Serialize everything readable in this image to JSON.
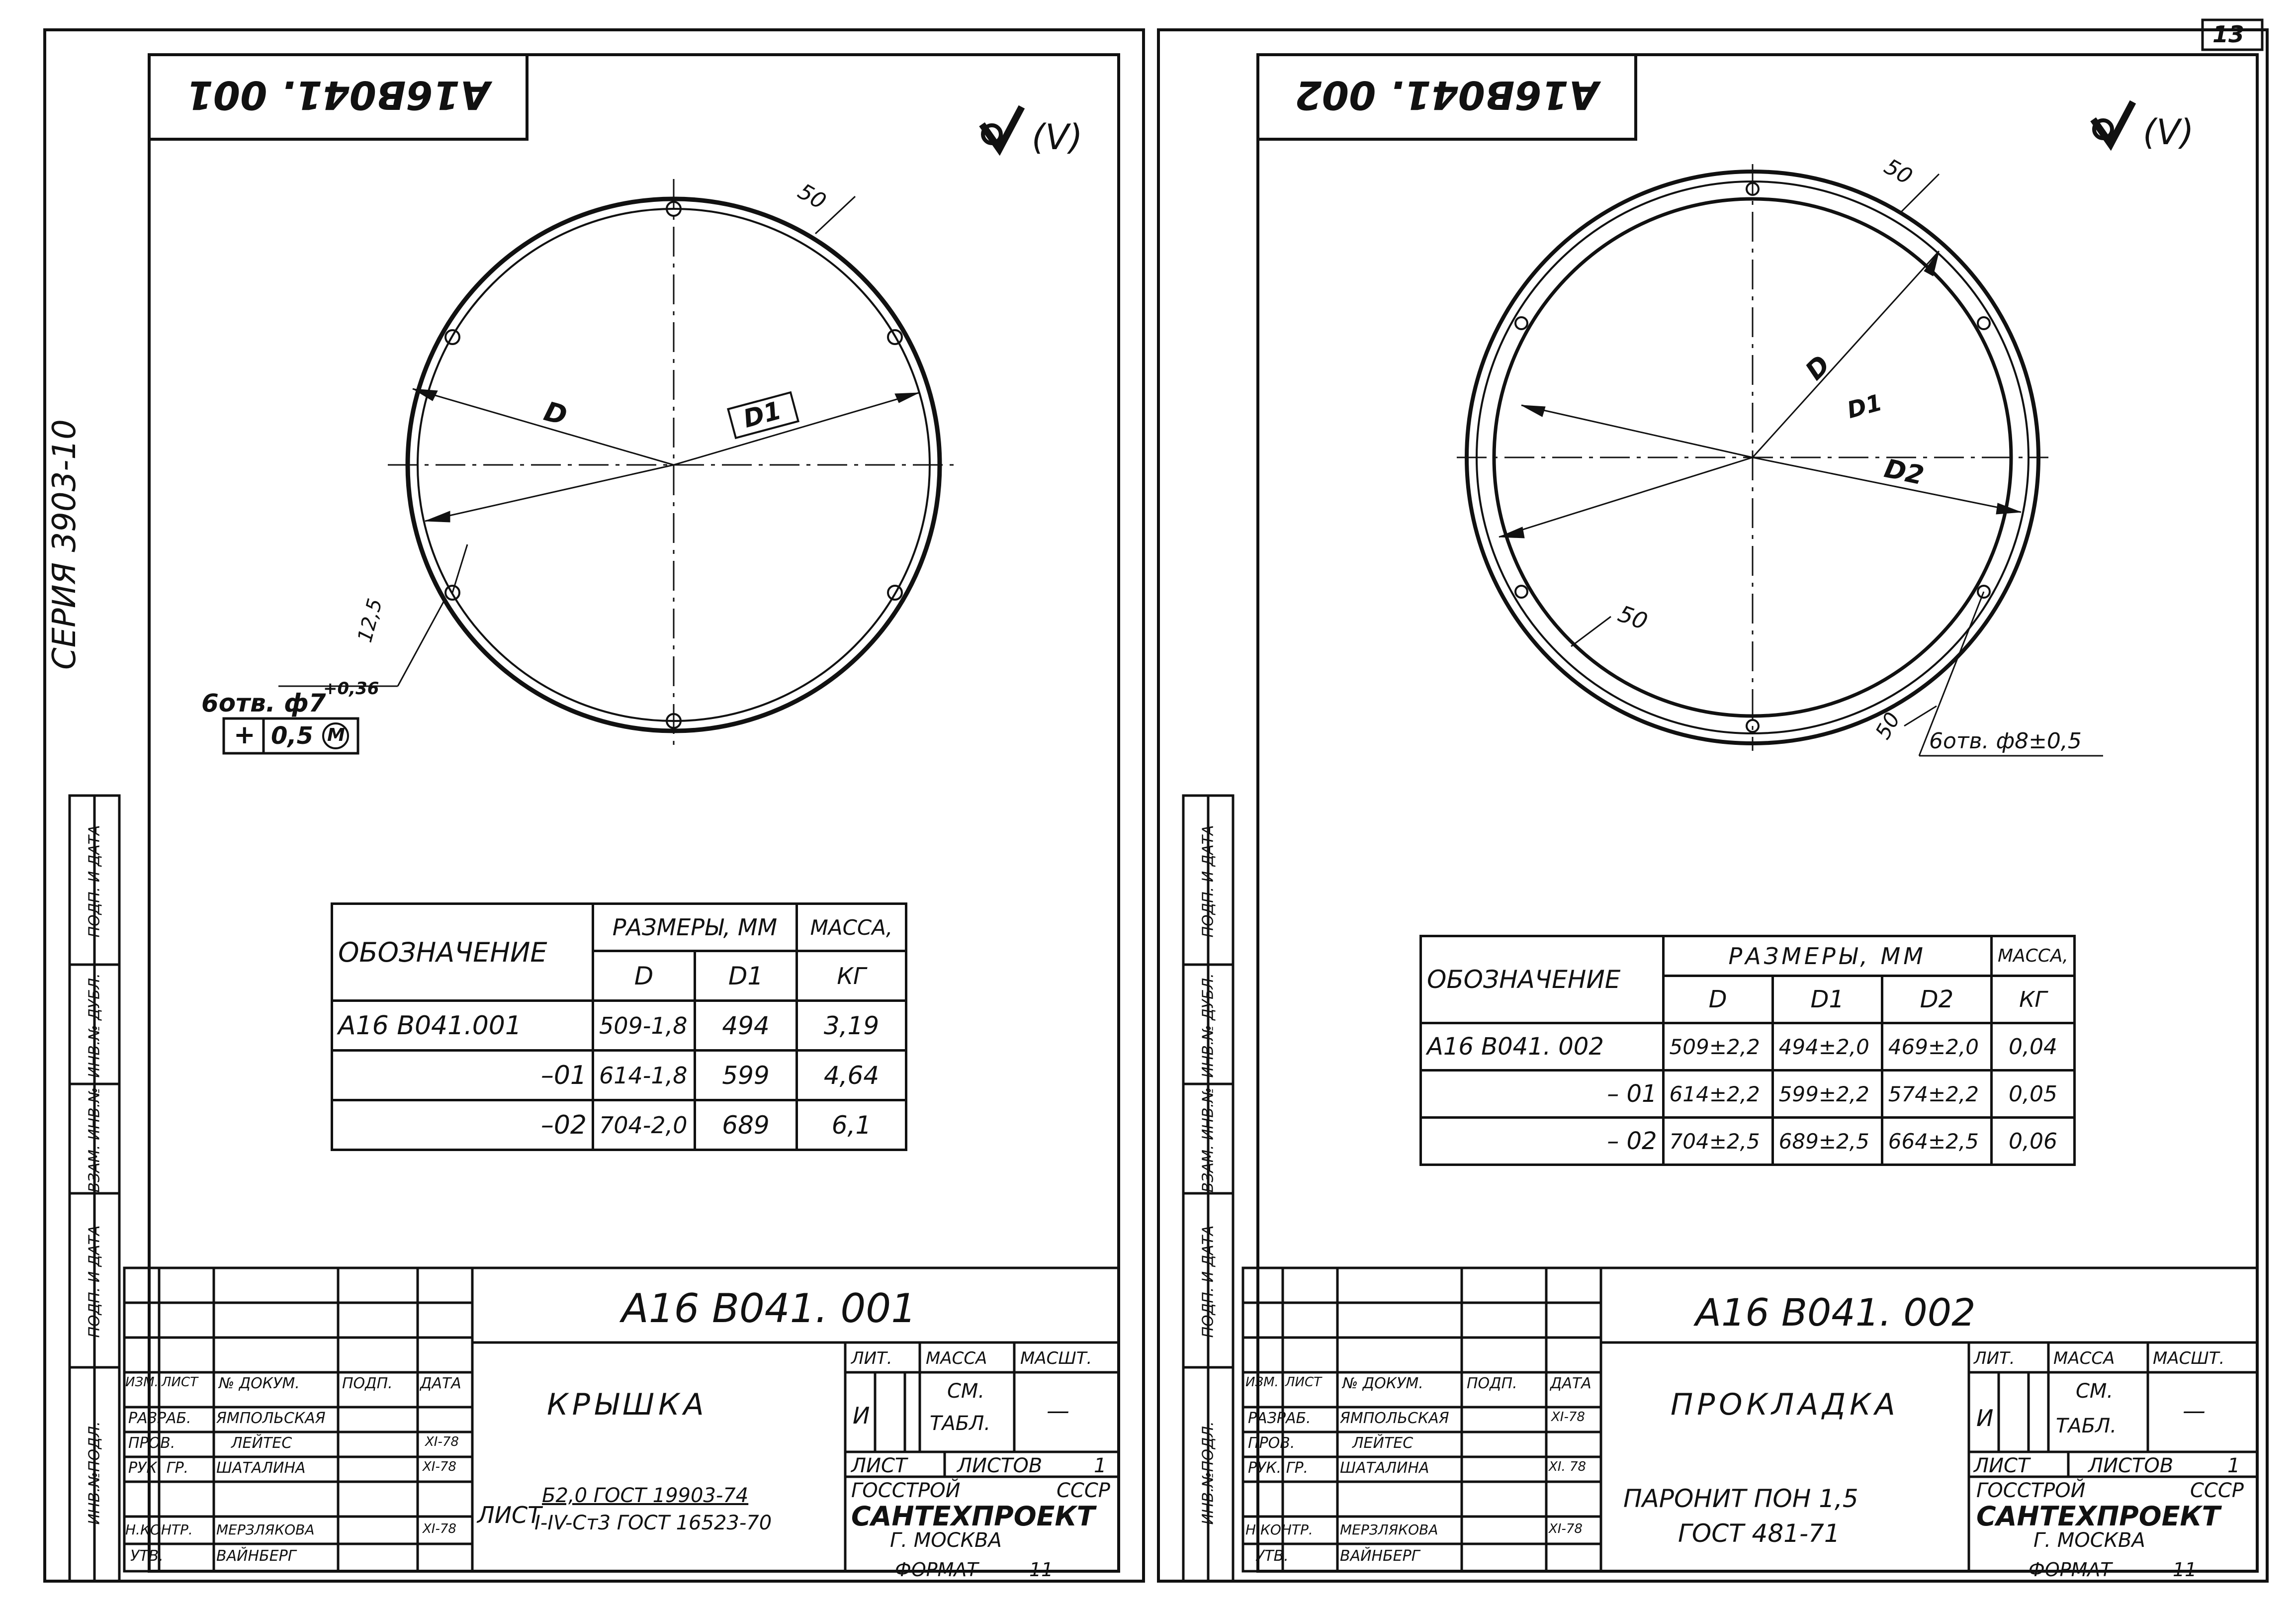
{
  "page_number": "13",
  "series": "СЕРИЯ 3903-10",
  "side_labels": [
    "ИНВ.№ПОДЛ.",
    "ПОДП. И ДАТА",
    "ВЗАМ. ИНВ.№",
    "ИНВ.№ ДУБЛ.",
    "ПОДП. И ДАТА"
  ],
  "left_sheet": {
    "stamp": "А16В041. 001",
    "roughness": "(V)",
    "dims": {
      "d_label": "D",
      "d1_label": "D1",
      "angle": "50",
      "offset": "12,5",
      "holes": "6отв. ф7",
      "holes_tol": "+0,36",
      "position_tol": "0,5",
      "position_mod": "M",
      "position_sym": "+"
    },
    "table": {
      "h_designation": "ОБОЗНАЧЕНИЕ",
      "h_sizes": "РАЗМЕРЫ, ММ",
      "h_mass": "МАССА,",
      "h_mass_unit": "КГ",
      "h_d": "D",
      "h_d1": "D1",
      "rows": [
        {
          "des": "А16 В041.001",
          "d": "509-1,8",
          "d1": "494",
          "mass": "3,19"
        },
        {
          "des": "–01",
          "d": "614-1,8",
          "d1": "599",
          "mass": "4,64"
        },
        {
          "des": "–02",
          "d": "704-2,0",
          "d1": "689",
          "mass": "6,1"
        }
      ]
    },
    "title_block": {
      "code": "А16 В041. 001",
      "name": "КРЫШКА",
      "material_prefix": "ЛИСТ",
      "material_1": "Б2,0 ГОСТ 19903-74",
      "material_2": "I-IV-Ст3 ГОСТ 16523-70",
      "lit": "ЛИТ.",
      "mass": "МАССА",
      "scale": "МАСШТ.",
      "lit_val": "И",
      "mass_val_1": "СМ.",
      "mass_val_2": "ТАБЛ.",
      "scale_val": "—",
      "sheet": "ЛИСТ",
      "sheets": "ЛИСТОВ",
      "sheets_val": "1",
      "org_1": "ГОССТРОЙ",
      "org_2": "СССР",
      "org_3": "САНТЕХПРОЕКТ",
      "org_4": "Г. МОСКВА",
      "format": "ФОРМАТ",
      "format_val": "11",
      "header": [
        "ИЗМ.",
        "ЛИСТ",
        "№ ДОКУМ.",
        "ПОДП.",
        "ДАТА"
      ],
      "people": [
        {
          "role": "РАЗРАБ.",
          "name": "ЯМПОЛЬСКАЯ",
          "date": ""
        },
        {
          "role": "ПРОВ.",
          "name": "ЛЕЙТЕС",
          "date": "XI-78"
        },
        {
          "role": "РУК. ГР.",
          "name": "ШАТАЛИНА",
          "date": "XI-78"
        },
        {
          "role": "Н.КОНТР.",
          "name": "МЕРЗЛЯКОВА",
          "date": "XI-78"
        },
        {
          "role": "УТВ.",
          "name": "ВАЙНБЕРГ",
          "date": ""
        }
      ]
    }
  },
  "right_sheet": {
    "stamp": "А16В041. 002",
    "roughness": "(V)",
    "dims": {
      "d_label": "D",
      "d1_label": "D1",
      "d2_label": "D2",
      "angle": "50",
      "holes": "6отв. ф8±0,5"
    },
    "table": {
      "h_designation": "ОБОЗНАЧЕНИЕ",
      "h_sizes": "РАЗМЕРЫ, ММ",
      "h_mass": "МАССА,",
      "h_mass_unit": "КГ",
      "h_d": "D",
      "h_d1": "D1",
      "h_d2": "D2",
      "rows": [
        {
          "des": "А16 В041. 002",
          "d": "509±2,2",
          "d1": "494±2,0",
          "d2": "469±2,0",
          "mass": "0,04"
        },
        {
          "des": "– 01",
          "d": "614±2,2",
          "d1": "599±2,2",
          "d2": "574±2,2",
          "mass": "0,05"
        },
        {
          "des": "– 02",
          "d": "704±2,5",
          "d1": "689±2,5",
          "d2": "664±2,5",
          "mass": "0,06"
        }
      ]
    },
    "title_block": {
      "code": "А16 В041. 002",
      "name": "ПРОКЛАДКА",
      "material_1": "ПАРОНИТ ПОН 1,5",
      "material_2": "ГОСТ 481-71",
      "lit": "ЛИТ.",
      "mass": "МАССА",
      "scale": "МАСШТ.",
      "lit_val": "И",
      "mass_val_1": "СМ.",
      "mass_val_2": "ТАБЛ.",
      "scale_val": "—",
      "sheet": "ЛИСТ",
      "sheets": "ЛИСТОВ",
      "sheets_val": "1",
      "org_1": "ГОССТРОЙ",
      "org_2": "СССР",
      "org_3": "САНТЕХПРОЕКТ",
      "org_4": "Г. МОСКВА",
      "format": "ФОРМАТ",
      "format_val": "11",
      "header": [
        "ИЗМ.",
        "ЛИСТ",
        "№ ДОКУМ.",
        "ПОДП.",
        "ДАТА"
      ],
      "people": [
        {
          "role": "РАЗРАБ.",
          "name": "ЯМПОЛЬСКАЯ",
          "date": "XI-78"
        },
        {
          "role": "ПРОВ.",
          "name": "ЛЕЙТЕС",
          "date": ""
        },
        {
          "role": "РУК. ГР.",
          "name": "ШАТАЛИНА",
          "date": "XI. 78"
        },
        {
          "role": "Н.КОНТР.",
          "name": "МЕРЗЛЯКОВА",
          "date": "XI-78"
        },
        {
          "role": "УТВ.",
          "name": "ВАЙНБЕРГ",
          "date": ""
        }
      ]
    }
  }
}
